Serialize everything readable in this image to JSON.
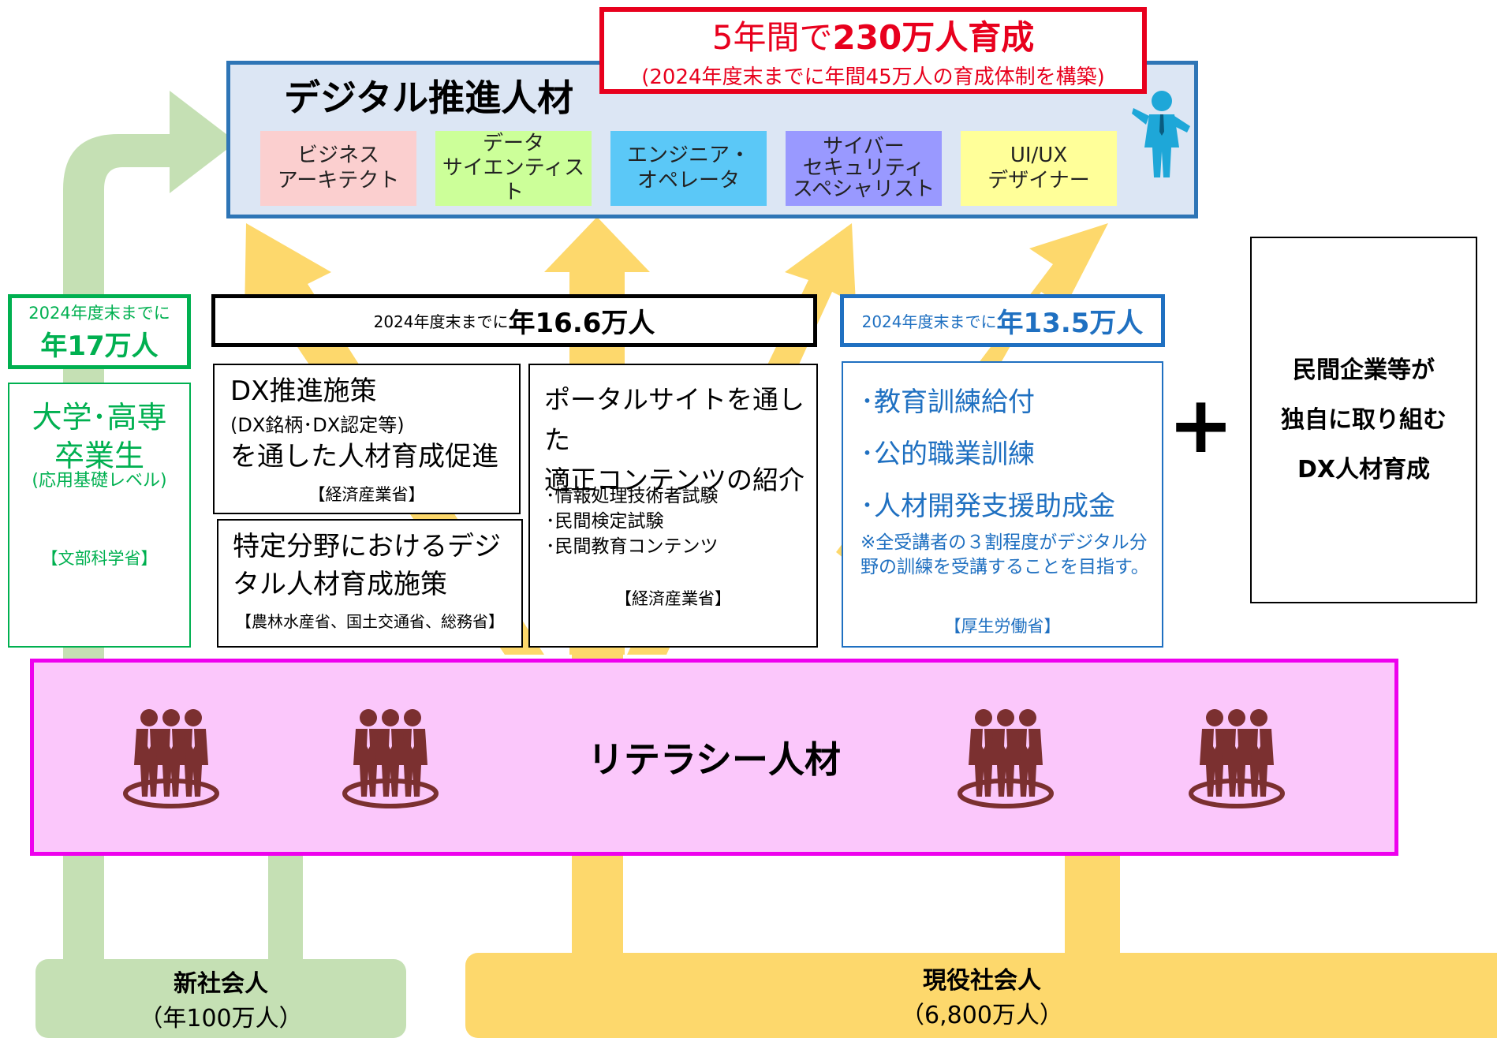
{
  "banner": {
    "main_prefix": "5年間で",
    "main_emph": "230万人育成",
    "sub": "(2024年度末までに年間45万人の育成体制を構築)"
  },
  "digital": {
    "title": "デジタル推進人材",
    "roles": [
      {
        "label": "ビジネス\nアーキテクト",
        "color": "#fbcfcf"
      },
      {
        "label": "データ\nサイエンティスト",
        "color": "#ccff99"
      },
      {
        "label": "エンジニア・\nオペレータ",
        "color": "#5bc8f7"
      },
      {
        "label": "サイバー\nセキュリティ\nスペシャリスト",
        "color": "#9999ff"
      },
      {
        "label": "UI/UX\nデザイナー",
        "color": "#ffff99"
      }
    ]
  },
  "headers": {
    "univ": {
      "small": "2024年度末までに",
      "big": "年17万人"
    },
    "meti": {
      "small": "2024年度末までに",
      "big": "年16.6万人"
    },
    "mhlw": {
      "small": "2024年度末までに",
      "big": "年13.5万人"
    }
  },
  "univ": {
    "main": "大学･高専\n卒業生",
    "sub": "(応用基礎レベル)",
    "ministry": "【文部科学省】"
  },
  "dx": {
    "title1": "DX推進施策",
    "sub": "(DX銘柄･DX認定等)",
    "title2": "を通した人材育成促進",
    "ministry": "【経済産業省】"
  },
  "sector": {
    "title": "特定分野におけるデジ\nタル人材育成施策",
    "ministry": "【農林水産省、国土交通省、総務省】"
  },
  "portal": {
    "title": "ポータルサイトを通した\n適正コンテンツの紹介",
    "items": [
      "･情報処理技術者試験",
      "･民間検定試験",
      "･民間教育コンテンツ"
    ],
    "ministry": "【経済産業省】"
  },
  "mhlw": {
    "items": [
      "･教育訓練給付",
      "･公的職業訓練",
      "･人材開発支援助成金"
    ],
    "note": "※全受講者の３割程度がデジタル分野の訓練を受講することを目指す。",
    "ministry": "【厚生労働省】"
  },
  "plus": "+",
  "private": {
    "lines": [
      "民間企業等が",
      "独自に取り組む",
      "DX人材育成"
    ]
  },
  "literacy": {
    "label": "リテラシー人材"
  },
  "new_workers": {
    "title": "新社会人",
    "count": "（年100万人）"
  },
  "current_workers": {
    "title": "現役社会人",
    "count": "（6,800万人）"
  },
  "colors": {
    "green_arrow": "#c5e0b4",
    "yellow_arrow": "#fdd86c",
    "people": "#7b3030",
    "person_icon": "#1ea7d8"
  }
}
